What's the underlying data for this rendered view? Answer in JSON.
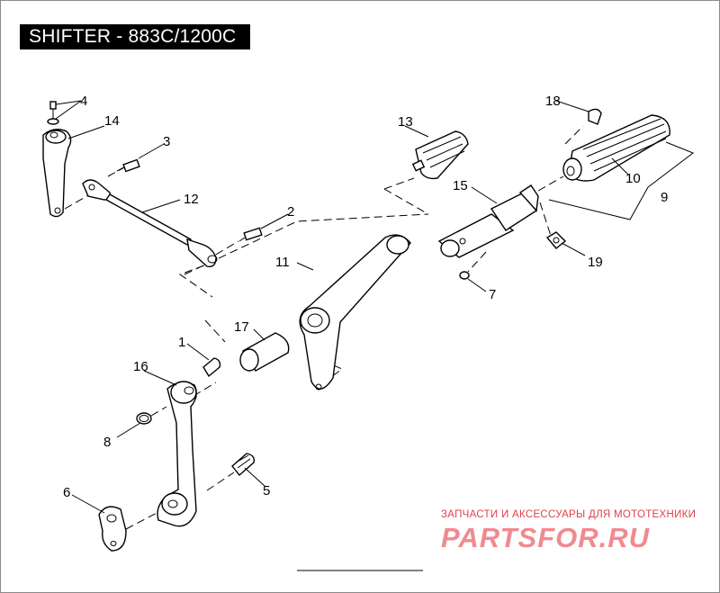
{
  "title": "SHIFTER - 883C/1200C",
  "callouts": {
    "c1": "1",
    "c2": "2",
    "c3": "3",
    "c4": "4",
    "c5": "5",
    "c6": "6",
    "c7": "7",
    "c8": "8",
    "c9": "9",
    "c10": "10",
    "c11": "11",
    "c12": "12",
    "c13": "13",
    "c14": "14",
    "c15": "15",
    "c16": "16",
    "c17": "17",
    "c18": "18",
    "c19": "19"
  },
  "watermark": {
    "subtitle": "ЗАПЧАСТИ И АКСЕССУАРЫ ДЛЯ МОТОТЕХНИКИ",
    "logo": "PARTSFOR.RU"
  }
}
